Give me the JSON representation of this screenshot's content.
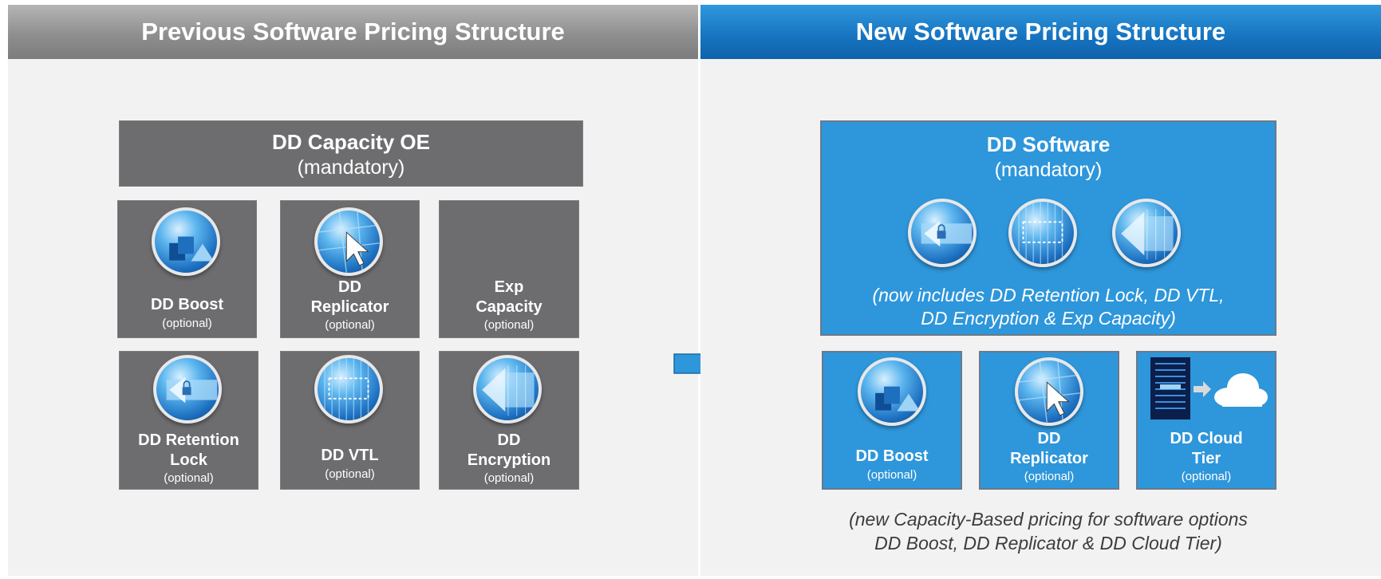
{
  "left": {
    "header": "Previous Software Pricing Structure",
    "base": {
      "title": "DD Capacity OE",
      "subtitle": "(mandatory)"
    },
    "tiles": [
      {
        "line1": "DD Boost",
        "line2": "",
        "opt": "(optional)",
        "icon": "boost-icon"
      },
      {
        "line1": "DD",
        "line2": "Replicator",
        "opt": "(optional)",
        "icon": "replicator-icon"
      },
      {
        "line1": "Exp",
        "line2": "Capacity",
        "opt": "(optional)",
        "icon": ""
      },
      {
        "line1": "DD Retention",
        "line2": "Lock",
        "opt": "(optional)",
        "icon": "retention-lock-icon"
      },
      {
        "line1": "DD VTL",
        "line2": "",
        "opt": "(optional)",
        "icon": "vtl-icon"
      },
      {
        "line1": "DD",
        "line2": "Encryption",
        "opt": "(optional)",
        "icon": "encryption-icon"
      }
    ]
  },
  "right": {
    "header": "New Software Pricing Structure",
    "base": {
      "title": "DD Software",
      "subtitle": "(mandatory)",
      "note_line1": "(now includes DD Retention Lock, DD VTL,",
      "note_line2": "DD Encryption & Exp Capacity)"
    },
    "tiles": [
      {
        "line1": "DD Boost",
        "line2": "",
        "opt": "(optional)",
        "icon": "boost-icon"
      },
      {
        "line1": "DD",
        "line2": "Replicator",
        "opt": "(optional)",
        "icon": "replicator-icon"
      },
      {
        "line1": "DD Cloud",
        "line2": "Tier",
        "opt": "(optional)",
        "icon": "cloud-tier-icon"
      }
    ],
    "footnote_line1": "(new Capacity-Based pricing for software options",
    "footnote_line2": "DD Boost, DD Replicator & DD Cloud Tier)"
  },
  "colors": {
    "grey_box": "#6d6c6e",
    "blue_box": "#2e96db",
    "arrow": "#2e96db"
  }
}
